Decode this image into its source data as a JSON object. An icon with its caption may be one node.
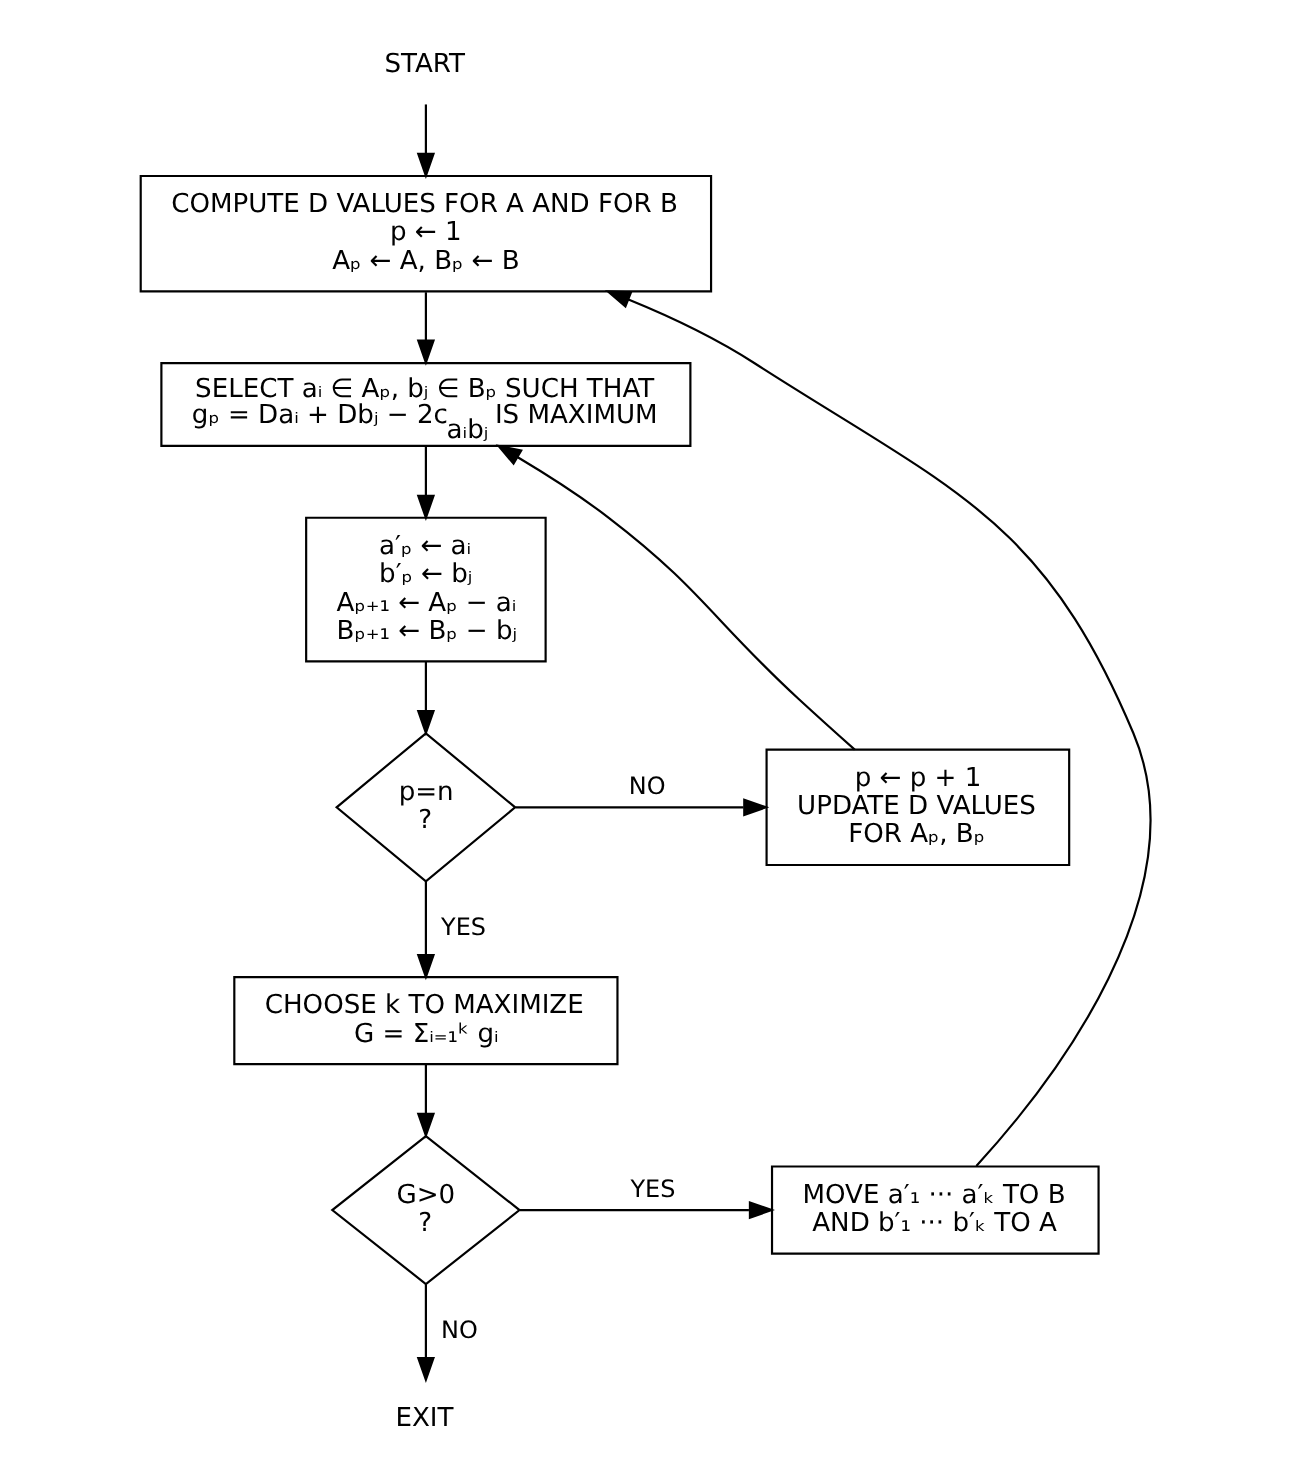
{
  "diagram": {
    "nodes": [
      {
        "text": [
          "START"
        ]
      },
      {
        "text": [
          "COMPUTE D VALUES FOR A AND FOR B",
          "p ← 1",
          "Aₚ ← A, Bₚ ← B"
        ]
      },
      {
        "text": [
          "SELECT aᵢ ∈ Aₚ, bⱼ ∈ Bₚ SUCH THAT",
          "gₚ = Daᵢ + Dbⱼ − 2c$_{aᵢbⱼ}$ IS MAXIMUM"
        ]
      },
      {
        "text": [
          "a′ₚ ← aᵢ",
          "b′ₚ ← bⱼ",
          "Aₚ₊₁ ← Aₚ − aᵢ",
          "Bₚ₊₁ ← Bₚ − bⱼ"
        ]
      },
      {
        "text": [
          "p=n",
          "?"
        ]
      },
      {
        "text": [
          "p ← p + 1",
          "UPDATE D VALUES",
          "FOR Aₚ, Bₚ"
        ]
      },
      {
        "text": [
          "CHOOSE k TO MAXIMIZE",
          "G = Σᵢ₌₁ᵏ gᵢ"
        ]
      },
      {
        "text": [
          "G>0",
          "?"
        ]
      },
      {
        "text": [
          "MOVE a′₁ ··· a′ₖ TO B",
          "AND b′₁ ··· b′ₖ TO A"
        ]
      },
      {
        "text": [
          "EXIT"
        ]
      }
    ],
    "edges": [
      {
        "from": 0,
        "to": 1,
        "arrow": "to"
      },
      {
        "from": 1,
        "to": 2,
        "arrow": "to"
      },
      {
        "from": 2,
        "to": 3,
        "arrow": "to"
      },
      {
        "from": 3,
        "to": 4,
        "arrow": "to"
      },
      {
        "from": 4,
        "to": 5,
        "arrow": "to",
        "label": "NO"
      },
      {
        "from": 5,
        "to": 2,
        "arrow": "to"
      },
      {
        "from": 4,
        "to": 6,
        "arrow": "to",
        "label": "YES"
      },
      {
        "from": 6,
        "to": 7,
        "arrow": "to"
      },
      {
        "from": 7,
        "to": 8,
        "arrow": "to",
        "label": "YES"
      },
      {
        "from": 8,
        "to": 1,
        "arrow": "to"
      },
      {
        "from": 7,
        "to": 9,
        "arrow": "to",
        "label": "NO"
      }
    ]
  }
}
